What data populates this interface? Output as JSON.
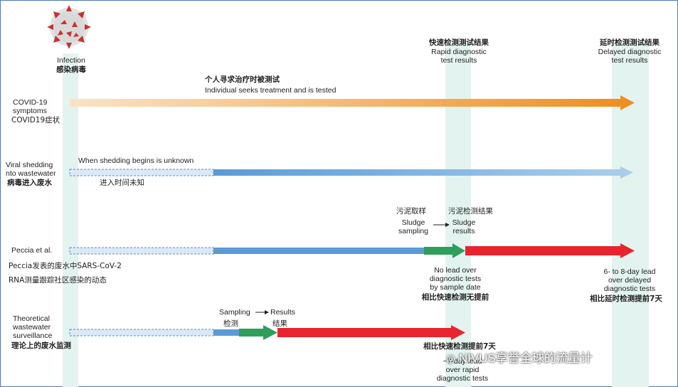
{
  "header": {
    "infection": {
      "en": "Infection",
      "zh": "感染病毒"
    },
    "rapid": {
      "zh": "快速检测测试结果",
      "en1": "Rapid diagnostic",
      "en2": "test results"
    },
    "delayed": {
      "zh": "延时检测测试结果",
      "en1": "Delayed diagnostic",
      "en2": "test results"
    }
  },
  "rows": {
    "covid": {
      "label_en1": "COVID-19",
      "label_en2": "symptoms",
      "label_zh": "COVID19症状",
      "note_zh": "个人寻求治疗时被测试",
      "note_en": "Individual seeks treatment and is tested"
    },
    "viral": {
      "label_en1": "Viral shedding",
      "label_en2": "nto wastewater",
      "label_zh": "病毒进入废水",
      "note_en": "When shedding begins is unknown",
      "note_zh": "进入时间未知"
    },
    "peccia": {
      "label_en": "Peccia et al.",
      "label_zh1": "Peccia发表的废水中SARS-CoV-2",
      "label_zh2": "RNA测量跟踪社区感染的动态",
      "sampling_zh": "污泥取样",
      "sampling_en1": "Sludge",
      "sampling_en2": "sampling",
      "results_zh": "污泥检测结果",
      "results_en1": "Sludge",
      "results_en2": "results",
      "nolead_en1": "No lead over",
      "nolead_en2": "diagnostic tests",
      "nolead_en3": "by sample date",
      "nolead_zh": "相比快速检测无提前",
      "lead_en1": "6- to 8-day lead",
      "lead_en2": "over delayed",
      "lead_en3": "diagnostic tests",
      "lead_zh": "相比延时检测提前7天"
    },
    "theory": {
      "label_en1": "Theoretical",
      "label_en2": "wastewater",
      "label_en3": "surveillance",
      "label_zh": "理论上的废水监测",
      "sampling_en": "Sampling",
      "results_en": "Results",
      "sampling_zh": "检测",
      "results_zh": "结果",
      "lead_zh": "相比快速检测提前7天",
      "lead_en1": "~7-day lead",
      "lead_en2": "over rapid",
      "lead_en3": "diagnostic tests"
    }
  },
  "watermark": "NIVUS享誉全球的流量计",
  "colors": {
    "blue": "#6fa8dc",
    "green": "#2e9e5a",
    "red": "#e8242e",
    "orange": "#f0962a",
    "band": "#e3f3ef"
  }
}
